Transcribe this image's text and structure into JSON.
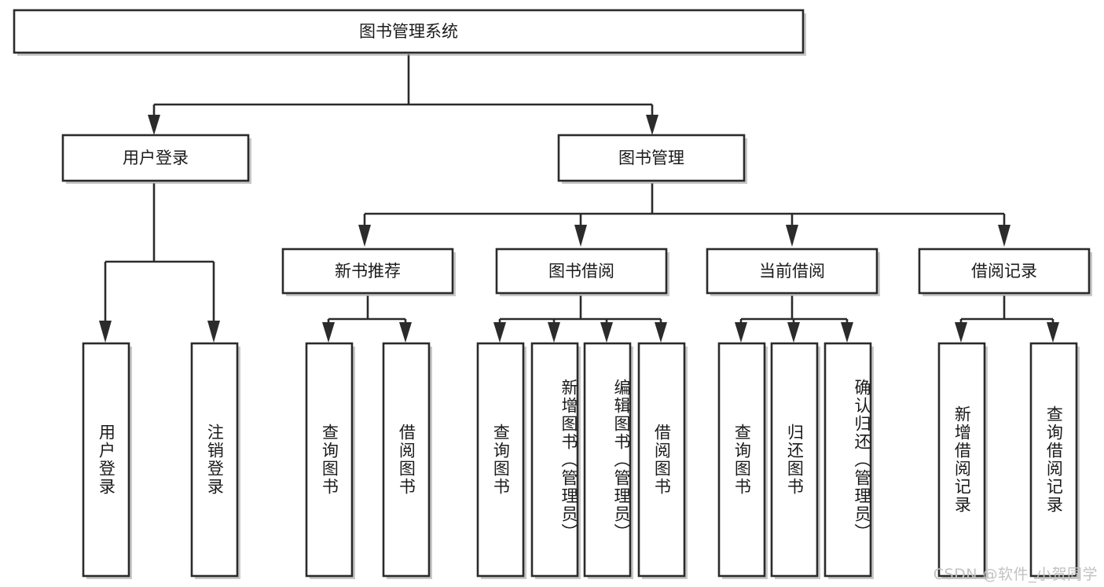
{
  "diagram": {
    "type": "tree-hierarchy",
    "title": "图书管理系统",
    "watermark": "CSDN @软件_小贺同学",
    "root": {
      "id": "root",
      "label": "图书管理系统",
      "orientation": "horizontal"
    },
    "level2": [
      {
        "id": "user-login",
        "label": "用户登录",
        "orientation": "horizontal"
      },
      {
        "id": "book-manage",
        "label": "图书管理",
        "orientation": "horizontal"
      }
    ],
    "level3": [
      {
        "id": "new-book-rec",
        "label": "新书推荐",
        "orientation": "horizontal",
        "parent": "book-manage"
      },
      {
        "id": "book-borrow",
        "label": "图书借阅",
        "orientation": "horizontal",
        "parent": "book-manage"
      },
      {
        "id": "current-borrow",
        "label": "当前借阅",
        "orientation": "horizontal",
        "parent": "book-manage"
      },
      {
        "id": "borrow-record",
        "label": "借阅记录",
        "orientation": "horizontal",
        "parent": "book-manage"
      }
    ],
    "leaves": [
      {
        "id": "leaf-user-login",
        "label": "用户登录",
        "parent": "user-login",
        "orientation": "vertical"
      },
      {
        "id": "leaf-user-logout",
        "label": "注销登录",
        "parent": "user-login",
        "orientation": "vertical"
      },
      {
        "id": "leaf-query-book-1",
        "label": "查询图书",
        "parent": "new-book-rec",
        "orientation": "vertical"
      },
      {
        "id": "leaf-borrow-book-1",
        "label": "借阅图书",
        "parent": "new-book-rec",
        "orientation": "vertical"
      },
      {
        "id": "leaf-query-book-2",
        "label": "查询图书",
        "parent": "book-borrow",
        "orientation": "vertical"
      },
      {
        "id": "leaf-add-book",
        "label": "新增图书（管理员）",
        "parent": "book-borrow",
        "orientation": "vertical"
      },
      {
        "id": "leaf-edit-book",
        "label": "编辑图书（管理员）",
        "parent": "book-borrow",
        "orientation": "vertical"
      },
      {
        "id": "leaf-borrow-book-2",
        "label": "借阅图书",
        "parent": "book-borrow",
        "orientation": "vertical"
      },
      {
        "id": "leaf-query-book-3",
        "label": "查询图书",
        "parent": "current-borrow",
        "orientation": "vertical"
      },
      {
        "id": "leaf-return-book",
        "label": "归还图书",
        "parent": "current-borrow",
        "orientation": "vertical"
      },
      {
        "id": "leaf-confirm-return",
        "label": "确认归还（管理员）",
        "parent": "current-borrow",
        "orientation": "vertical"
      },
      {
        "id": "leaf-add-record",
        "label": "新增借阅记录",
        "parent": "borrow-record",
        "orientation": "vertical"
      },
      {
        "id": "leaf-query-record",
        "label": "查询借阅记录",
        "parent": "borrow-record",
        "orientation": "vertical"
      }
    ],
    "colors": {
      "stroke": "#2b2b2b",
      "fill": "#ffffff",
      "text": "#1a1a1a",
      "shadow": "#9a9a9a",
      "watermark": "#c2c2c2"
    }
  }
}
